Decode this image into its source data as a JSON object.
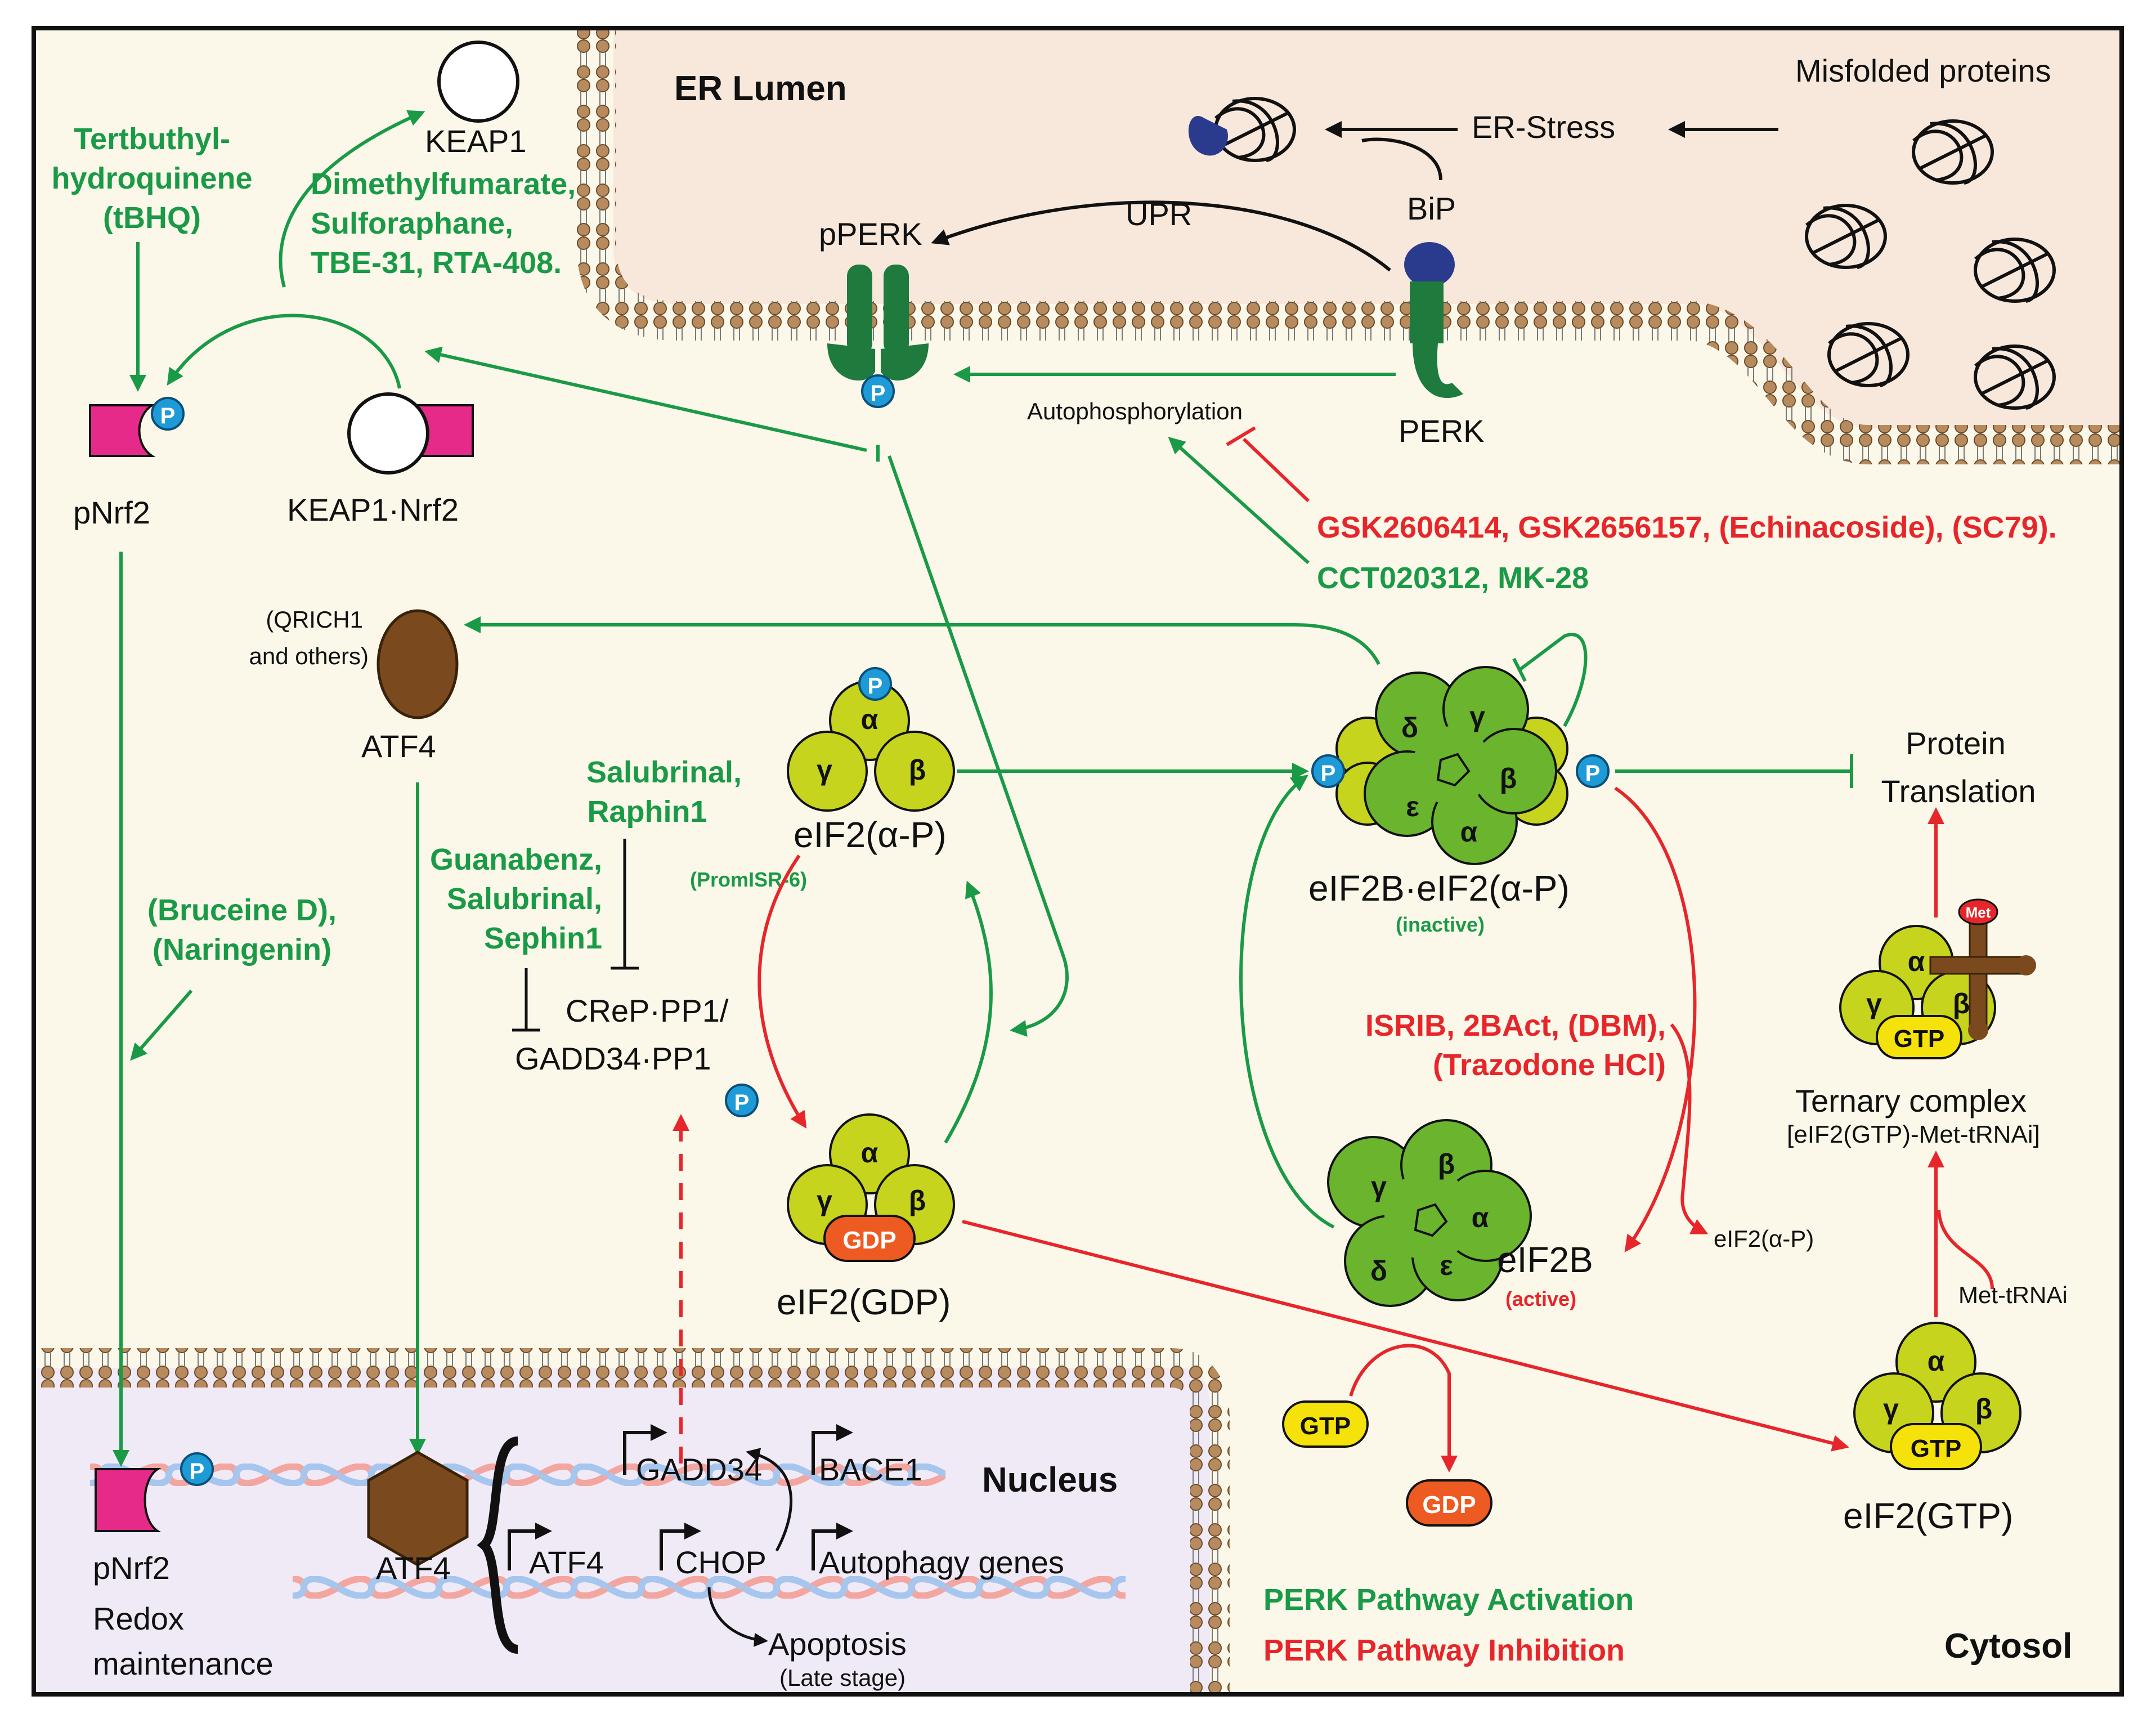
{
  "compartments": {
    "er_lumen": "ER Lumen",
    "nucleus": "Nucleus",
    "cytosol": "Cytosol"
  },
  "er": {
    "misfolded": "Misfolded proteins",
    "er_stress": "ER-Stress",
    "bip": "BiP",
    "upr": "UPR",
    "pperk": "pPERK",
    "perk": "PERK",
    "autophos": "Autophosphorylation"
  },
  "nrf2": {
    "keap1": "KEAP1",
    "keap1_nrf2": "KEAP1·Nrf2",
    "pnrf2": "pNrf2",
    "tbhq": [
      "Tertbuthyl-",
      "hydroquinene",
      "(tBHQ)"
    ],
    "activators": [
      "Dimethylfumarate,",
      "Sulforaphane,",
      "TBE-31, RTA-408."
    ]
  },
  "atf4": {
    "label": "ATF4",
    "partners": [
      "(QRICH1",
      "and others)"
    ],
    "bruceine": [
      "(Bruceine D),",
      "(Naringenin)"
    ]
  },
  "phosphatase": {
    "salubrinal_raphin": [
      "Salubrinal,",
      "Raphin1"
    ],
    "guanabenz": [
      "Guanabenz,",
      "Salubrinal,",
      "Sephin1"
    ],
    "promisr": "(PromISR-6)",
    "crep": "CReP·PP1/",
    "gadd34": "GADD34·PP1",
    "p": "P"
  },
  "eif2": {
    "alpha_p": "eIF2(α-P)",
    "gdp_label": "eIF2(GDP)",
    "gtp_label": "eIF2(GTP)",
    "gdp": "GDP",
    "gtp": "GTP",
    "alpha": "α",
    "beta": "β",
    "gamma": "γ",
    "delta": "δ",
    "epsilon": "ε"
  },
  "eif2b": {
    "complex": "eIF2B·eIF2(α-P)",
    "inactive": "(inactive)",
    "eif2b": "eIF2B",
    "active": "(active)",
    "released": "eIF2(α-P)"
  },
  "inhibitors": {
    "perk": "GSK2606414, GSK2656157, (Echinacoside), (SC79).",
    "isrib": [
      "ISRIB, 2BAct, (DBM),",
      "(Trazodone HCl)"
    ]
  },
  "activators": {
    "perk": "CCT020312, MK-28"
  },
  "translation": {
    "protein": [
      "Protein",
      "Translation"
    ],
    "ternary": "Ternary complex",
    "ternary_detail": "[eIF2(GTP)-Met-tRNAi]",
    "met_trna": "Met-tRNAi",
    "met": "Met"
  },
  "nucleus_genes": {
    "gadd34": "GADD34",
    "bace1": "BACE1",
    "atf4": "ATF4",
    "chop": "CHOP",
    "autophagy": "Autophagy genes",
    "apoptosis": "Apoptosis",
    "late": "(Late stage)",
    "pnrf2": "pNrf2",
    "atf4_tf": "ATF4",
    "redox": [
      "Redox",
      "maintenance"
    ]
  },
  "legend": {
    "activation": "PERK Pathway Activation",
    "inhibition": "PERK Pathway Inhibition"
  },
  "colors": {
    "green": "#1a9a46",
    "red": "#e6262a",
    "cytosol": "#fbf8ea",
    "lumen": "#f8e8db",
    "nucleus": "#f0eaf7"
  }
}
